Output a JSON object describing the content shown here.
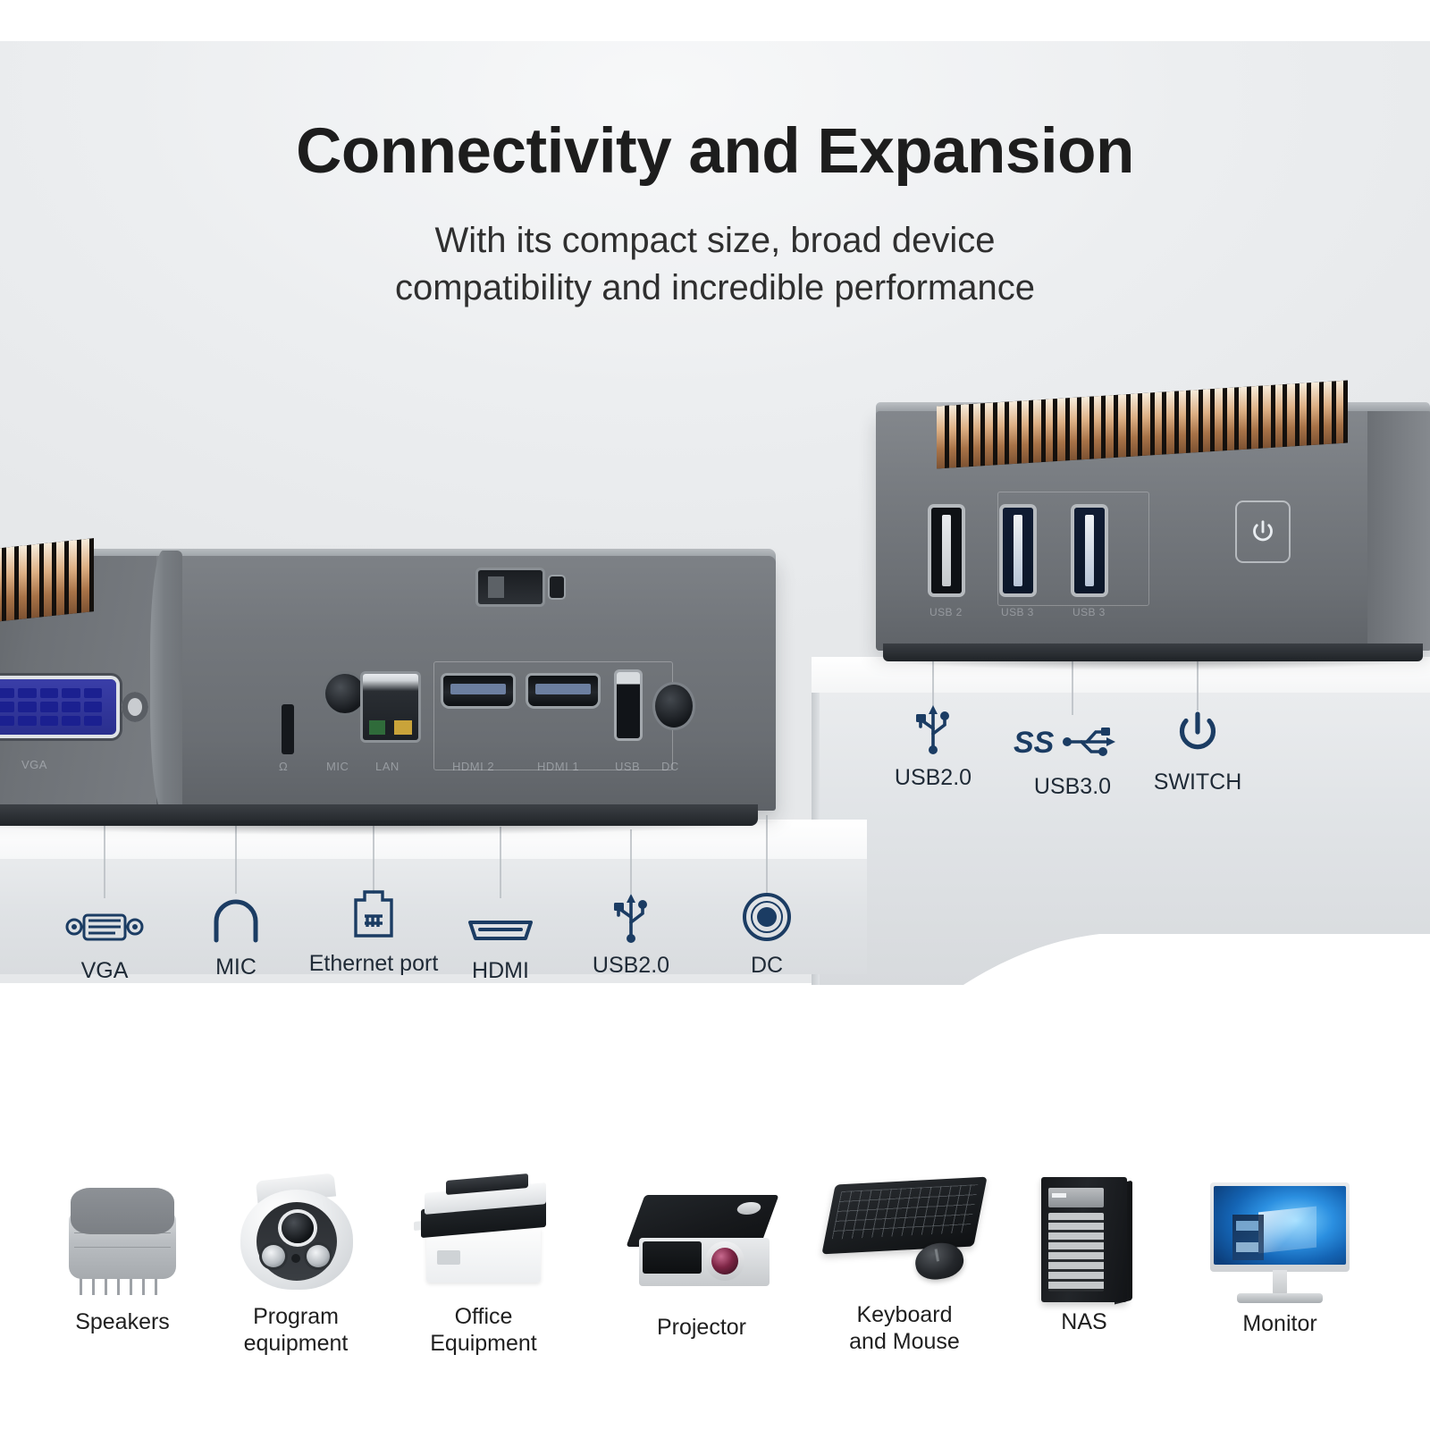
{
  "header": {
    "title": "Connectivity and Expansion",
    "subtitle_line1": "With its compact size, broad device",
    "subtitle_line2": "compatibility and incredible performance"
  },
  "colors": {
    "icon_blue": "#1b3c63",
    "accent_vga_blue": "#2a2f8e",
    "background_gray": "#eceef0",
    "background_white": "#ffffff",
    "text_dark": "#1d1d1d",
    "heatsink_copper": "#c08a54"
  },
  "rear_panel": {
    "device_etched_labels": [
      {
        "name": "headphone",
        "text": "Ω"
      },
      {
        "name": "mic",
        "text": "MIC"
      },
      {
        "name": "lan",
        "text": "LAN"
      },
      {
        "name": "hdmi2",
        "text": "HDMI 2"
      },
      {
        "name": "hdmi1",
        "text": "HDMI 1"
      },
      {
        "name": "usb",
        "text": "USB"
      },
      {
        "name": "dc",
        "text": "DC"
      },
      {
        "name": "vga",
        "text": "VGA"
      }
    ],
    "callouts": [
      {
        "label": "VGA",
        "icon": "vga-port-icon"
      },
      {
        "label": "MIC",
        "icon": "headphone-mic-icon"
      },
      {
        "label": "Ethernet port",
        "icon": "rj45-ethernet-icon"
      },
      {
        "label": "HDMI",
        "icon": "hdmi-port-icon"
      },
      {
        "label": "USB2.0",
        "icon": "usb-trident-icon"
      },
      {
        "label": "DC",
        "icon": "dc-power-jack-icon"
      }
    ]
  },
  "front_panel": {
    "device_etched_labels": [
      {
        "name": "usb2-port",
        "text": "USB 2"
      },
      {
        "name": "usb3-port-1",
        "text": "USB 3"
      },
      {
        "name": "usb3-port-2",
        "text": "USB 3"
      }
    ],
    "callouts": [
      {
        "label": "USB2.0",
        "icon": "usb-trident-icon"
      },
      {
        "label": "USB3.0",
        "icon": "usb-superspeed-icon"
      },
      {
        "label": "SWITCH",
        "icon": "power-button-icon"
      }
    ]
  },
  "peripherals": [
    {
      "label": "Speakers",
      "icon": "speaker-icon"
    },
    {
      "label": "Program\nequipment",
      "icon": "dome-camera-icon"
    },
    {
      "label": "Office\nEquipment",
      "icon": "printer-icon"
    },
    {
      "label": "Projector",
      "icon": "projector-icon"
    },
    {
      "label": "Keyboard\nand Mouse",
      "icon": "keyboard-mouse-icon"
    },
    {
      "label": "NAS",
      "icon": "nas-tower-icon"
    },
    {
      "label": "Monitor",
      "icon": "monitor-icon"
    }
  ]
}
